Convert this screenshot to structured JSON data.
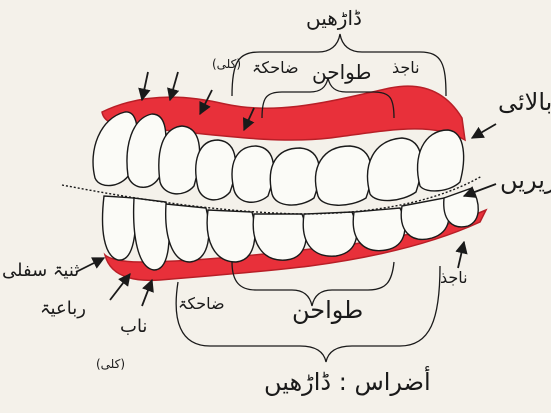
{
  "labels": {
    "darhein_top": "ڈاڑھیں",
    "dahika_top": "ضاحکۃ",
    "tawahin_top": "طواحن",
    "najidh_top": "ناجذ",
    "kuli_top": "(کلی)",
    "upper": "بالائی",
    "lower": "زیریں",
    "thaniya_sufla": "ثنیۃ سفلی",
    "rabaiya": "رباعیۃ",
    "nab": "ناب",
    "kuli_bottom": "(کلی)",
    "dahika_bottom": "ضاحکۃ",
    "tawahin_bottom": "طواحن",
    "najidh_bottom": "ناجذ",
    "adras": "أضراس : ڈاڑھیں"
  },
  "colors": {
    "gum": "#e8303a",
    "tooth": "#fbfbf7",
    "outline": "#1a1a1a",
    "paper": "#f4f1ea"
  }
}
